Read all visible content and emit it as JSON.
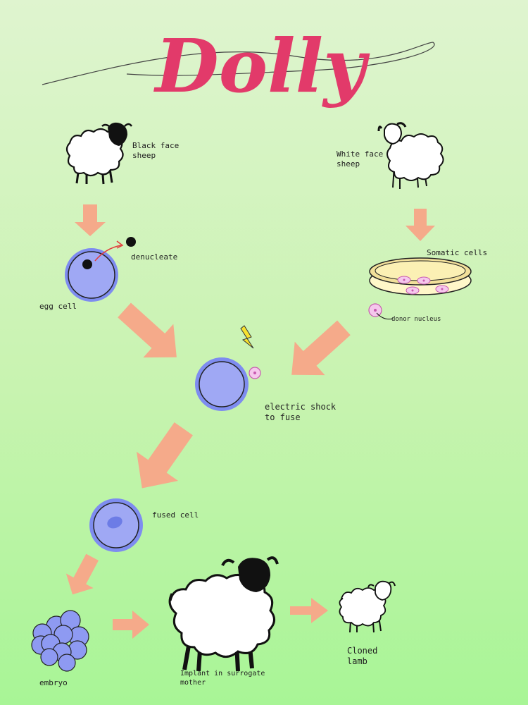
{
  "title": "Dolly",
  "colors": {
    "arrow": "#f5aa8a",
    "cell_fill": "#9fa8f4",
    "cell_border": "#7e8cf0",
    "title": "#e23a6a",
    "nucleus_pink": "#e676c9"
  },
  "labels": {
    "black_face": "Black face\nsheep",
    "white_face": "White face\nsheep",
    "denucleate": "denucleate",
    "egg_cell": "egg cell",
    "somatic": "Somatic cells",
    "donor": "donor nucleus",
    "shock": "electric shock\nto fuse",
    "fused": "fused cell",
    "embryo": "embryo",
    "implant": "Implant in surrogate\nmother",
    "lamb": "Cloned\nlamb"
  }
}
